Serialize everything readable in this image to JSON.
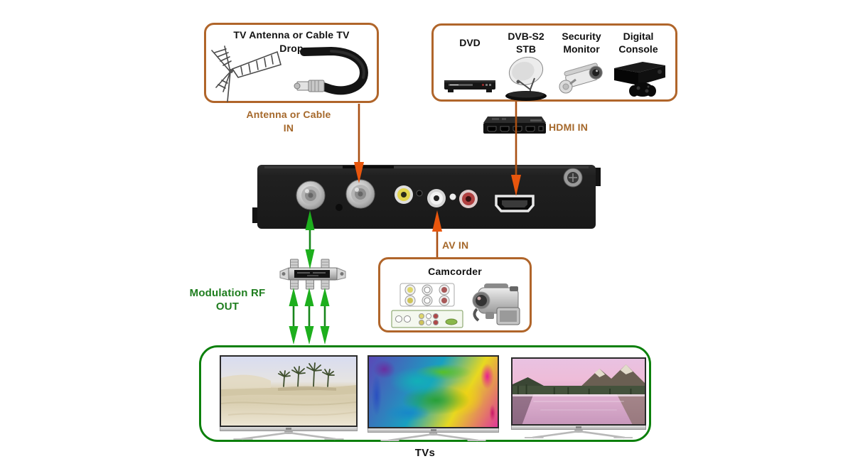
{
  "colors": {
    "box_border_orange": "#b0652a",
    "label_orange": "#a5682b",
    "arrow_orange": "#e8560d",
    "arrow_line_orange": "#a94f12",
    "label_green": "#1e7d1e",
    "arrow_green": "#1daf1d",
    "tvs_box_border_green": "#0c800c"
  },
  "antenna_box": {
    "title": "TV Antenna or Cable TV\nDrop",
    "icons": [
      "tv-antenna-icon",
      "coax-cable-icon"
    ]
  },
  "antenna_in_label": "Antenna or Cable\nIN",
  "sources_box": {
    "items": [
      {
        "label": "DVD",
        "icon": "dvd-player-icon"
      },
      {
        "label": "DVB-S2\nSTB",
        "icon": "satellite-dish-stb-icon"
      },
      {
        "label": "Security\nMonitor",
        "icon": "security-camera-icon"
      },
      {
        "label": "Digital\nConsole",
        "icon": "game-console-icon"
      }
    ]
  },
  "hdmi_switch": {
    "label": "HDMI IN",
    "icon": "hdmi-switch-icon"
  },
  "modulator": {
    "icon": "hdmi-modulator-device"
  },
  "av_in_label": "AV IN",
  "camcorder_box": {
    "title": "Camcorder",
    "icons": [
      "av-rca-panel-icon",
      "camcorder-icon"
    ]
  },
  "modulation_out_label": "Modulation RF\nOUT",
  "tvs_box": {
    "label": "TVs",
    "tv_count": 3,
    "screens": [
      "desert-palms",
      "color-paint-splash",
      "mountain-lake"
    ]
  }
}
